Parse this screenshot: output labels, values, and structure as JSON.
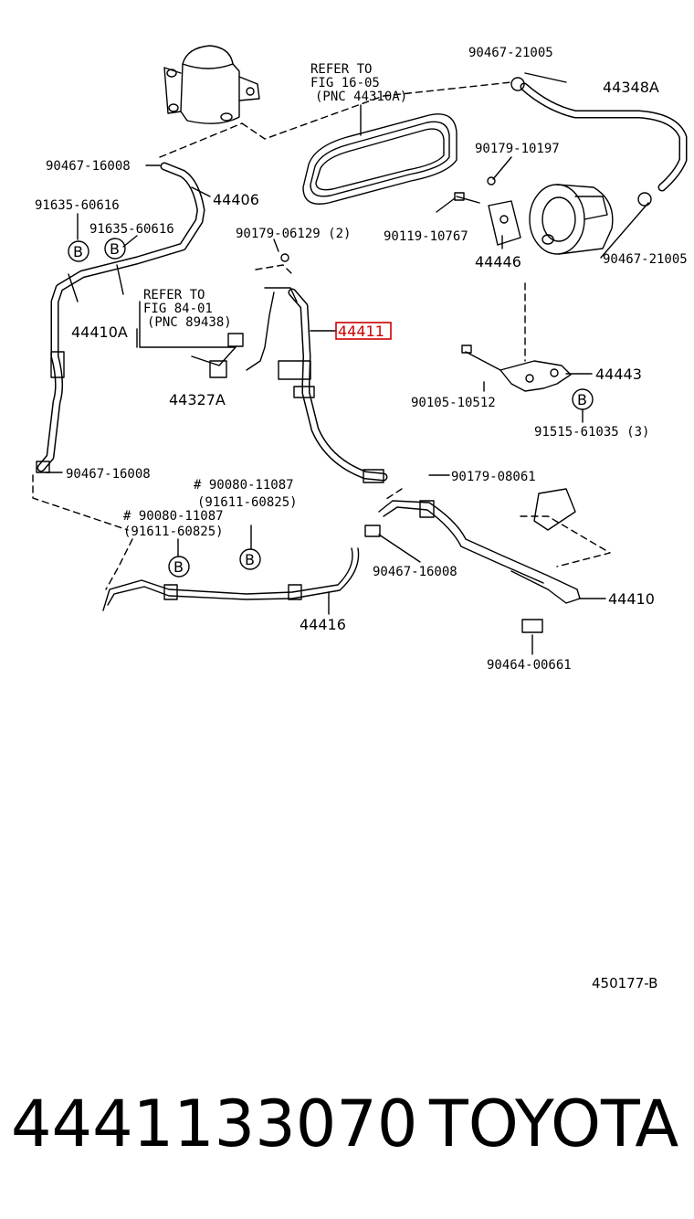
{
  "labels": {
    "p90467_21005_top": "90467-21005",
    "p44348A": "44348A",
    "refer_belt_1": "REFER TO",
    "refer_belt_2": "FIG 16-05",
    "refer_belt_3": "(PNC 44310A)",
    "p90467_16008_a": "90467-16008",
    "p44406": "44406",
    "p90179_10197": "90179-10197",
    "p91635_a": "91635-60616",
    "p91635_b": "91635-60616",
    "p90179_06129": "90179-06129 (2)",
    "p90119_10767": "90119-10767",
    "p44446": "44446",
    "p90467_21005_right": "90467-21005",
    "refer_fig_1": "REFER TO",
    "refer_fig_2": "FIG 84-01",
    "refer_fig_3": "(PNC 89438)",
    "p44410A": "44410A",
    "p44411": "44411",
    "p44327A": "44327A",
    "p44443": "44443",
    "p90105_10512": "90105-10512",
    "p91515_61035": "91515-61035 (3)",
    "p90467_16008_b": "90467-16008",
    "p90179_08061": "90179-08061",
    "p90080_a": "# 90080-11087",
    "p91611_a": "(91611-60825)",
    "p90080_b": "# 90080-11087",
    "p91611_b": "(91611-60825)",
    "p90467_16008_c": "90467-16008",
    "p44410": "44410",
    "p44416": "44416",
    "p90464_00661": "90464-00661",
    "bolt_symbol": "B"
  },
  "diagram_code": "450177-B",
  "part_number": "4441133070",
  "brand": "TOYOTA",
  "colors": {
    "highlight": "#cc0000",
    "ink": "#000000"
  }
}
